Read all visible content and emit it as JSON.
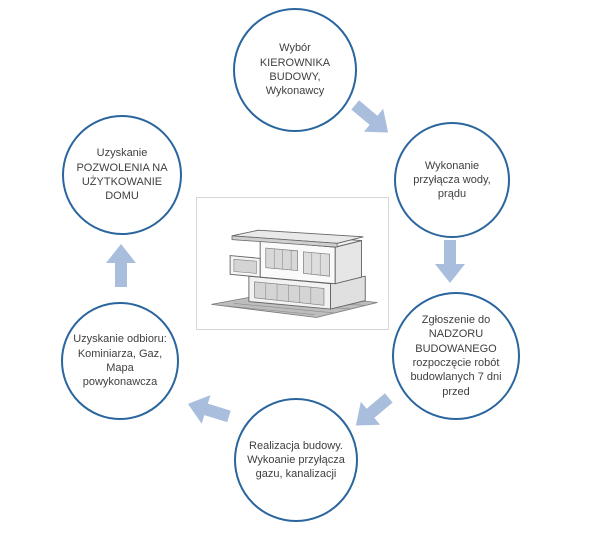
{
  "diagram": {
    "type": "cycle",
    "nodes": [
      {
        "id": "wybor-kierownika",
        "text": "Wybór KIEROWNIKA BUDOWY, Wykonawcy"
      },
      {
        "id": "wykonanie-przylacza",
        "text": "Wykonanie przyłącza wody, prądu"
      },
      {
        "id": "zgloszenie-nadzor",
        "text": "Zgłoszenie do NADZORU BUDOWANEGO rozpoczęcie robót budowlanych 7 dni przed"
      },
      {
        "id": "realizacja-budowy",
        "text": "Realizacja budowy. Wykoanie przyłącza gazu, kanalizacji"
      },
      {
        "id": "uzyskanie-odbioru",
        "text": "Uzyskanie odbioru: Kominiarza, Gaz, Mapa powykonawcza"
      },
      {
        "id": "uzyskanie-pozwolenia",
        "text": "Uzyskanie POZWOLENIA NA UŻYTKOWANIE DOMU"
      }
    ],
    "arrows": [
      {
        "from": "wybor-kierownika",
        "to": "wykonanie-przylacza"
      },
      {
        "from": "wykonanie-przylacza",
        "to": "zgloszenie-nadzor"
      },
      {
        "from": "zgloszenie-nadzor",
        "to": "realizacja-budowy"
      },
      {
        "from": "realizacja-budowy",
        "to": "uzyskanie-odbioru"
      },
      {
        "from": "uzyskanie-odbioru",
        "to": "uzyskanie-pozwolenia"
      }
    ],
    "center_image": "house-architectural-sketch",
    "colors": {
      "circle_border": "#2a659e",
      "arrow_fill": "#a9bedd",
      "text": "#3f3f3f",
      "background": "#ffffff"
    }
  }
}
